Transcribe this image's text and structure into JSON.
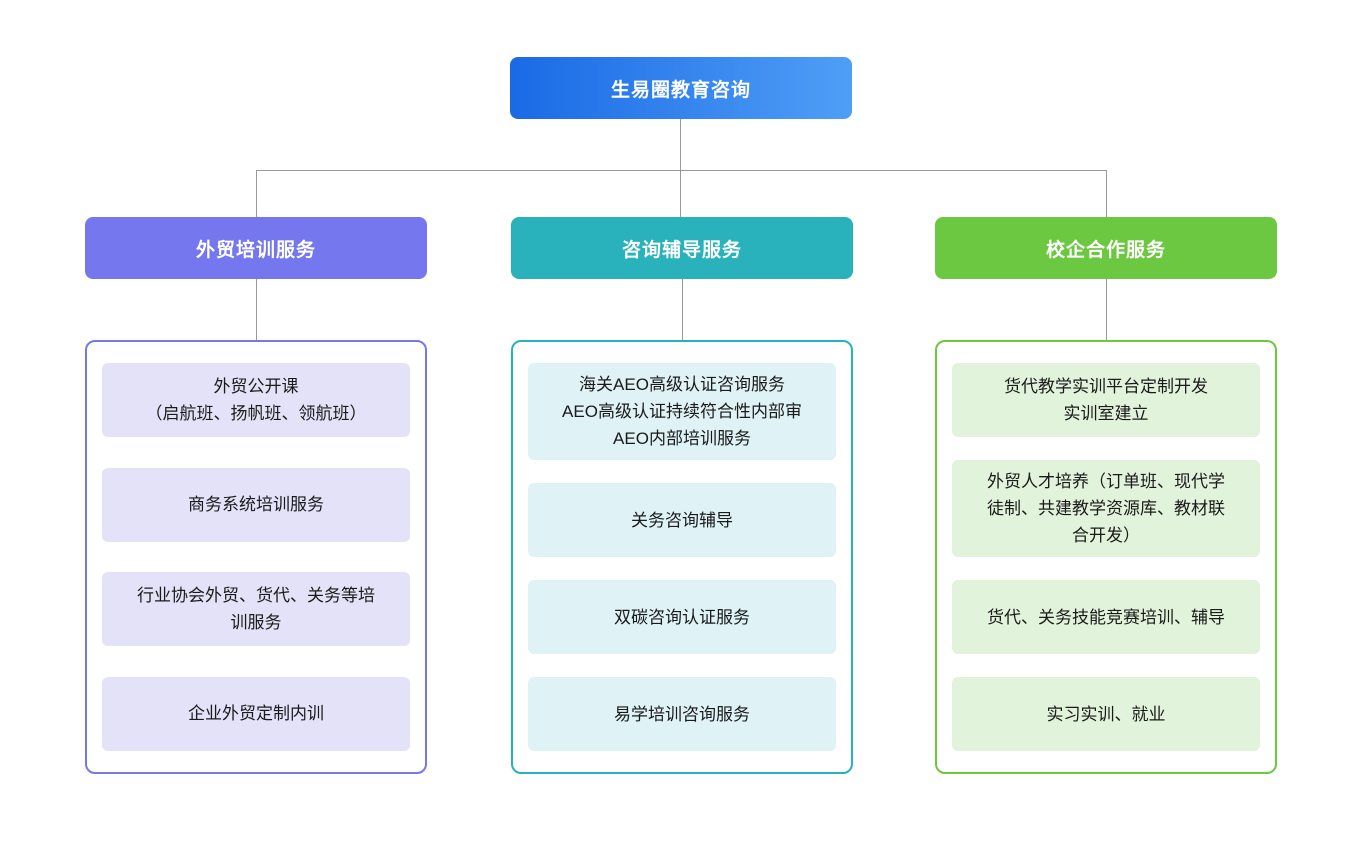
{
  "root": {
    "label": "生易圈教育咨询",
    "gradient_from": "#1a6ae6",
    "gradient_to": "#4f9ef6"
  },
  "branches": [
    {
      "label": "外贸培训服务",
      "header_color": "#7577ee",
      "border_color": "#7577ee",
      "item_bg": "#e4e2f8",
      "items": [
        "外贸公开课\n（启航班、扬帆班、领航班）",
        "商务系统培训服务",
        "行业协会外贸、货代、关务等培\n训服务",
        "企业外贸定制内训"
      ]
    },
    {
      "label": "咨询辅导服务",
      "header_color": "#29b2bb",
      "border_color": "#29b2bb",
      "item_bg": "#dff2f5",
      "items": [
        "海关AEO高级认证咨询服务\nAEO高级认证持续符合性内部审\nAEO内部培训服务",
        "关务咨询辅导",
        "双碳咨询认证服务",
        "易学培训咨询服务"
      ]
    },
    {
      "label": "校企合作服务",
      "header_color": "#6cc840",
      "border_color": "#6cc840",
      "item_bg": "#e2f3db",
      "items": [
        "货代教学实训平台定制开发\n实训室建立",
        "外贸人才培养（订单班、现代学\n徒制、共建教学资源库、教材联\n合开发）",
        "货代、关务技能竞赛培训、辅导",
        "实习实训、就业"
      ]
    }
  ]
}
